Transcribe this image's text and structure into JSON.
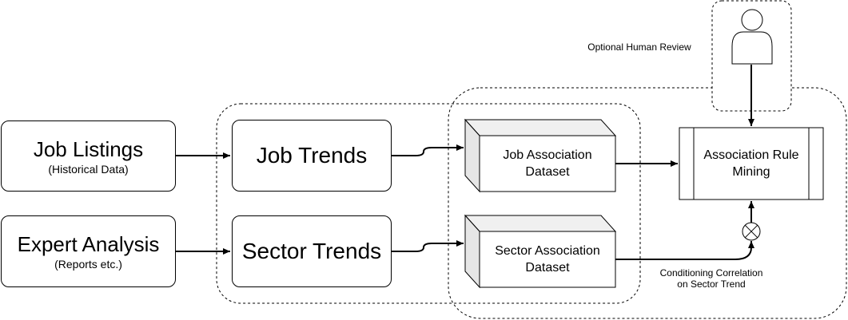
{
  "nodes": {
    "job_listings": {
      "title": "Job Listings",
      "subtitle": "(Historical Data)"
    },
    "expert_analysis": {
      "title": "Expert Analysis",
      "subtitle": "(Reports etc.)"
    },
    "job_trends": {
      "title": "Job Trends"
    },
    "sector_trends": {
      "title": "Sector Trends"
    },
    "job_assoc": {
      "line1": "Job Association",
      "line2": "Dataset"
    },
    "sector_assoc": {
      "line1": "Sector Association",
      "line2": "Dataset"
    },
    "arm": {
      "line1": "Association Rule",
      "line2": "Mining"
    }
  },
  "labels": {
    "human_review": "Optional Human Review",
    "conditioning_1": "Conditioning Correlation",
    "conditioning_2": "on Sector Trend"
  },
  "icons": {
    "person": "person-icon",
    "combine": "circled-times-icon"
  }
}
